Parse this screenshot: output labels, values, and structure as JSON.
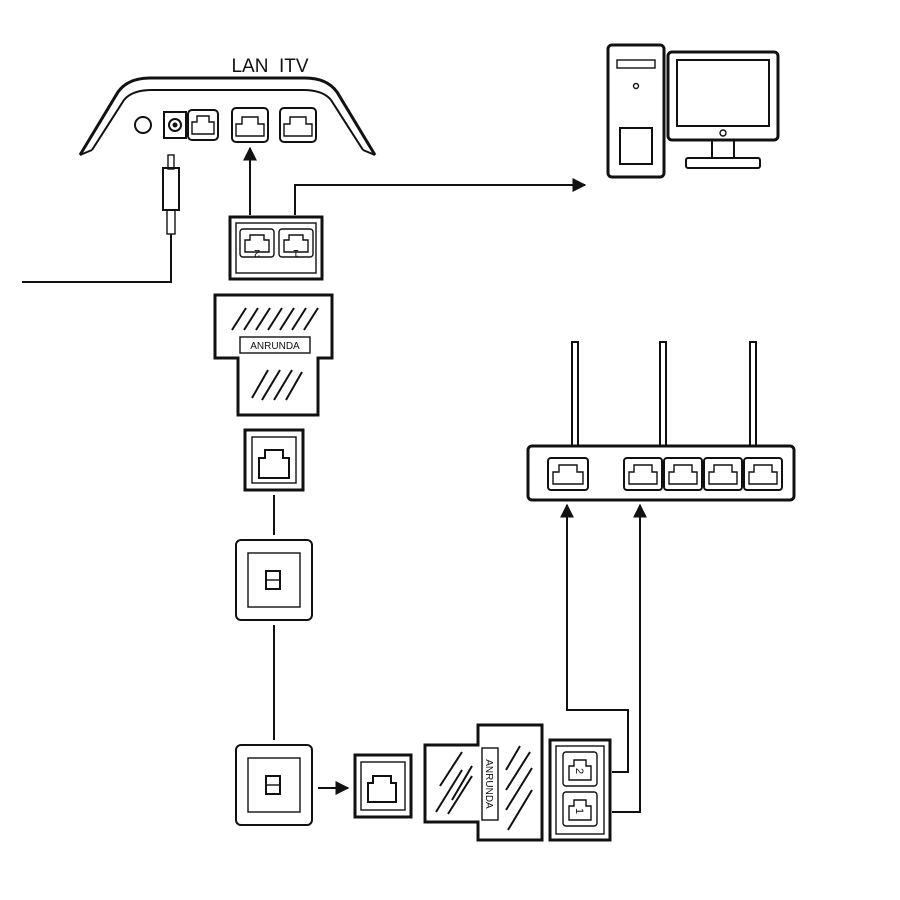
{
  "modem": {
    "port_label": "LAN  ITV"
  },
  "splitter_top": {
    "brand": "ANRUNDA",
    "port_1": "1",
    "port_2": "2"
  },
  "splitter_bottom": {
    "brand": "ANRUNDA",
    "port_1": "1",
    "port_2": "2"
  },
  "colors": {
    "line": "#111111",
    "background": "#ffffff"
  },
  "icons": [
    "modem-icon",
    "computer-icon",
    "router-icon",
    "wall-socket-icon",
    "rj45-port-icon",
    "splitter-icon"
  ]
}
